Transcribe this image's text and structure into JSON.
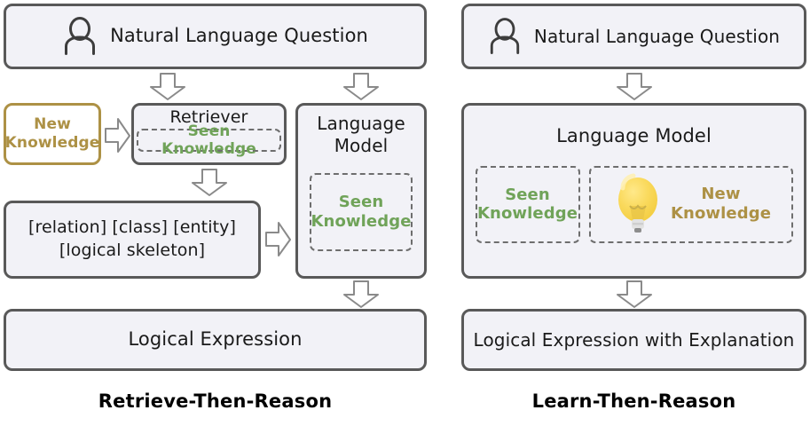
{
  "diagram": {
    "panels": [
      {
        "id": "retrieve-then-reason",
        "caption": "Retrieve-Then-Reason",
        "question_bar": {
          "text": "Natural Language Question",
          "icon": "person-icon"
        },
        "new_knowledge": {
          "line1": "New",
          "line2": "Knowledge"
        },
        "retriever": {
          "title": "Retriever",
          "inner_label": "Seen Knowledge"
        },
        "language_model": {
          "title_line1": "Language",
          "title_line2": "Model",
          "inner_line1": "Seen",
          "inner_line2": "Knowledge"
        },
        "logical_parts": {
          "line1": "[relation]  [class]  [entity]",
          "line2": "[logical skeleton]"
        },
        "output": "Logical Expression"
      },
      {
        "id": "learn-then-reason",
        "caption": "Learn-Then-Reason",
        "question_bar": {
          "text": "Natural Language Question",
          "icon": "person-icon"
        },
        "language_model": {
          "title": "Language Model",
          "seen_line1": "Seen",
          "seen_line2": "Knowledge",
          "new_line1": "New",
          "new_line2": "Knowledge",
          "new_icon": "lightbulb-icon"
        },
        "output": "Logical Expression with Explanation"
      }
    ],
    "arrows": [
      {
        "name": "arrow-nlq-to-retriever",
        "direction": "down"
      },
      {
        "name": "arrow-nlq-to-lm-left",
        "direction": "down"
      },
      {
        "name": "arrow-newknowledge-to-retriever",
        "direction": "right"
      },
      {
        "name": "arrow-retriever-to-parts",
        "direction": "down"
      },
      {
        "name": "arrow-parts-to-lm-left",
        "direction": "right"
      },
      {
        "name": "arrow-lm-left-to-output",
        "direction": "down"
      },
      {
        "name": "arrow-nlq-to-lm-right",
        "direction": "down"
      },
      {
        "name": "arrow-lm-right-to-output",
        "direction": "down"
      }
    ],
    "colors": {
      "box_fill": "#f2f2f7",
      "box_border": "#595959",
      "gold": "#ad9145",
      "green": "#70a359",
      "bulb_yellow": "#f9dc5c",
      "arrow_stroke": "#8a8a8a",
      "text": "#1a1a1a"
    }
  }
}
